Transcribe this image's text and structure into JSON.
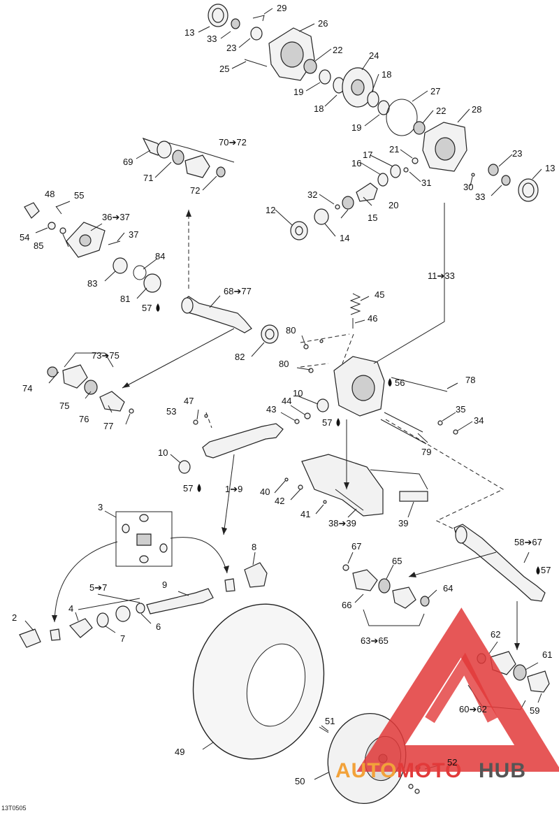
{
  "reference_code": "13T0505",
  "labels": {
    "l13a": "13",
    "l33a": "33",
    "l29": "29",
    "l26": "26",
    "l23a": "23",
    "l22a": "22",
    "l25": "25",
    "l24": "24",
    "l19a": "19",
    "l18a": "18",
    "l18b": "18",
    "l27": "27",
    "l22b": "22",
    "l19b": "19",
    "l28": "28",
    "l70_72": "70➔72",
    "l69": "69",
    "l71": "71",
    "l72": "72",
    "l21": "21",
    "l17": "17",
    "l16": "16",
    "l23b": "23",
    "l13b": "13",
    "l31": "31",
    "l30": "30",
    "l33b": "33",
    "l32": "32",
    "l20": "20",
    "l12": "12",
    "l15": "15",
    "l14": "14",
    "l48": "48",
    "l55": "55",
    "l36_37": "36➔37",
    "l37": "37",
    "l54": "54",
    "l85": "85",
    "l84": "84",
    "l83": "83",
    "l81": "81",
    "l57a": "57",
    "l68_77": "68➔77",
    "l11_33": "11➔33",
    "l45": "45",
    "l46": "46",
    "l82": "82",
    "l80a": "80",
    "l80b": "80",
    "l73_75": "73➔75",
    "l74": "74",
    "l75": "75",
    "l76": "76",
    "l77": "77",
    "l56": "56",
    "l78": "78",
    "l47": "47",
    "l53": "53",
    "l43": "43",
    "l44": "44",
    "l10a": "10",
    "l57b": "57",
    "l35": "35",
    "l34": "34",
    "l79": "79",
    "l10b": "10",
    "l57c": "57",
    "l1_9": "1➔9",
    "l40": "40",
    "l42": "42",
    "l41": "41",
    "l38_39": "38➔39",
    "l39": "39",
    "l3": "3",
    "l8": "8",
    "l58_67": "58➔67",
    "l67": "67",
    "l65": "65",
    "l57d": "57",
    "l5_7": "5➔7",
    "l9": "9",
    "l64": "64",
    "l66": "66",
    "l2": "2",
    "l4": "4",
    "l7": "7",
    "l6": "6",
    "l63_65": "63➔65",
    "l62": "62",
    "l61": "61",
    "l60_62": "60➔62",
    "l59": "59",
    "l51": "51",
    "l49": "49",
    "l52": "52",
    "l50": "50"
  },
  "watermark": {
    "text_part_1": "AUTO",
    "text_part_2": "MOTO",
    "text_part_3": "HUB",
    "color_primary": "#e23a3a",
    "color_secondary": "#f2a23a",
    "color_dark": "#444444"
  }
}
